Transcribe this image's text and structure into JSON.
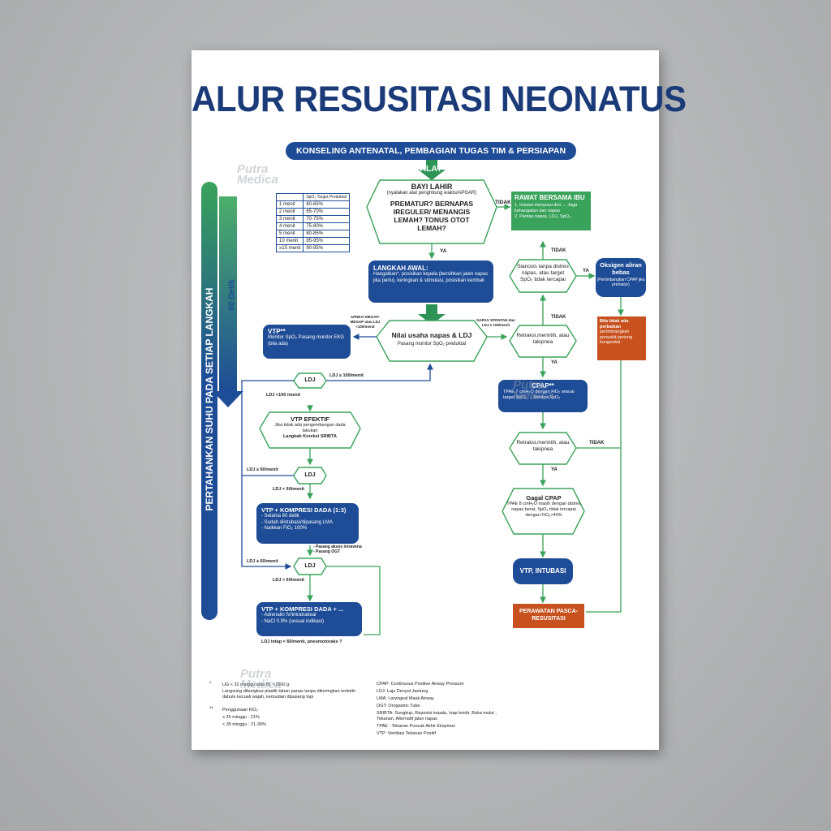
{
  "poster": {
    "title": "ALUR RESUSITASI NEONATUS",
    "top_bar": "KONSELING ANTENATAL, PEMBAGIAN TUGAS TIM & PERSIAPAN ALAT",
    "side_bar": "PERTAHANKAN SUHU PADA SETIAP LANGKAH",
    "sixty_label": "60 Detik",
    "birth": {
      "title": "BAYI LAHIR",
      "sub": "(nyalakan alat penghitung waktu/APGAR)",
      "question": "PREMATUR? BERNAPAS IREGULER/ MENANGIS LEMAH? TONUS OTOT LEMAH?"
    },
    "tidak_1": "TIDAK",
    "ya_1": "YA",
    "rawat": {
      "title": "RAWAT BERSAMA IBU",
      "item1": "1. Inisiasi menyusu dini  →  Jaga kehangatan dan napas",
      "item2": "2. Pantau napas, LDJ, SpO₂"
    },
    "langkah_awal": {
      "title": "LANGKAH AWAL:",
      "text": "Hangatkan*, posisikan kepala (bersihkan jalan napas jika perlu), keringkan & stimulasi, posisikan kembali"
    },
    "nilai": {
      "title": "Nilai usaha napas & LDJ",
      "sub": "Pasang monitor SpO₂ preduktal"
    },
    "apnea_label": "APNEA/ MEGAP-MEGAP atau LDJ <100/menit",
    "napas_label": "NAPAS SPONTAN dan LDJ ≥ 100/menit",
    "vtp": {
      "title": "VTP**",
      "text": "Monitor SpO₂ Pasang monitor EKG (bila ada)"
    },
    "ldj_1": "LDJ",
    "ldj_ge100": "LDJ ≥ 100/menit",
    "ldj_lt100": "LDJ <100 /menit",
    "vtp_efektif": {
      "title": "VTP EFEKTIF",
      "text": "Jika tidak ada pengembangan dada lakukan",
      "bold": "Langkah Koreksi SRIBTA"
    },
    "ldj_2": "LDJ",
    "ldj_ge60_a": "LDJ ≥ 60/menit",
    "ldj_lt60_a": "LDJ < 60/menit",
    "kompresi": {
      "title": "VTP + KOMPRESI DADA (1:3)",
      "item1": "- Selama 60 detik",
      "item2": "- Sudah diintubasi/dipasang LMA",
      "item3": "- Naikkan FiO₂ 100%"
    },
    "pasang_akses": "- Pasang akses intravena",
    "pasang_ogt": "- Pasang OGT",
    "ldj_3": "LDJ",
    "ldj_ge60_b": "LDJ ≥ 60/menit",
    "ldj_lt60_b": "LDJ < 60/menit",
    "kompresi2": {
      "title": "VTP + KOMPRESI DADA + ...",
      "item1": "- Adrenalin IV/intratrakeal",
      "item2": "- NaCl 0.9% (sesuai indikasi)"
    },
    "ldj_tetap": "LDJ tetap < 60/menit, pneumotoraks ?",
    "sianosis": "Sianosis tanpa distres napas, atau target SpO₂ tidak tercapai",
    "tidak_2": "TIDAK",
    "ya_2": "YA",
    "oksigen": {
      "title": "Oksigen aliran bebas",
      "sub": "(Pertimbangkan CPAP jika prematur)"
    },
    "bila": {
      "bold": "Bila tidak ada perbaikan",
      "text": "pertimbangkan penyakit jantung kongenital"
    },
    "tidak_3": "TIDAK",
    "retraksi_1": "Retraksi,merintih, atau takipnea",
    "ya_3": "YA",
    "cpap": {
      "title": "CPAP**",
      "text": "TPAE 7 cmH₂O dengan FiO₂ sesuai target SpO₂ → Monitor SpO₂"
    },
    "retraksi_2": "Retraksi,merintih, atau takipnea",
    "tidak_4": "TIDAK",
    "ya_4": "YA",
    "gagal": {
      "title": "Gagal CPAP",
      "text": "TPAE 8 cmH₂O masih dengan distres napas berat, SpO₂ tidak tercapai dengan FiO₂>40%"
    },
    "vtp_intubasi": "VTP, INTUBASI",
    "perawatan": "PERAWATAN PASCA-RESUSITASI",
    "spo2_table": {
      "header": [
        "",
        "SpO₂ Target Preduktal"
      ],
      "rows": [
        [
          "1 menit",
          "60-65%"
        ],
        [
          "2 menit",
          "65-70%"
        ],
        [
          "3 menit",
          "70-75%"
        ],
        [
          "4 menit",
          "75-80%"
        ],
        [
          "5 menit",
          "80-85%"
        ],
        [
          "10 menit",
          "85-95%"
        ],
        [
          "≥15 menit",
          "90-95%"
        ]
      ]
    },
    "footnotes": {
      "star1": "*",
      "f1a": "UG < 32 minggu atau BL <1500 g:",
      "f1b": "Langsung dibungkus plastik tahan panas tanpa dikeringkan terlebih dahulu kecuali wajah, kemudian dipasang topi",
      "star2": "**",
      "f2a": "Penggunaan FiO₂",
      "f2b": "≥ 35 minggu : 21%",
      "f2c": "< 35 minggu : 21-30%",
      "g1": "CPAP: Continuous Positive Airway Pressure",
      "g2": "LDJ: Laju Denyut Jantung",
      "g3": "LMA: Laryngeal Mask Airway",
      "g4": "OGT: Orogastric Tube",
      "g5": "SRIBTA: Sungkup, Reposisi kepala, Isap lendir, Buka mulut , Tekanan, Alternatif jalan napas",
      "g6": "TPAE : Tekanan Puncak Akhir Ekspirasi",
      "g7": "VTP: Ventilasi Tekanan Positif"
    },
    "watermark": "Putra Medica"
  }
}
